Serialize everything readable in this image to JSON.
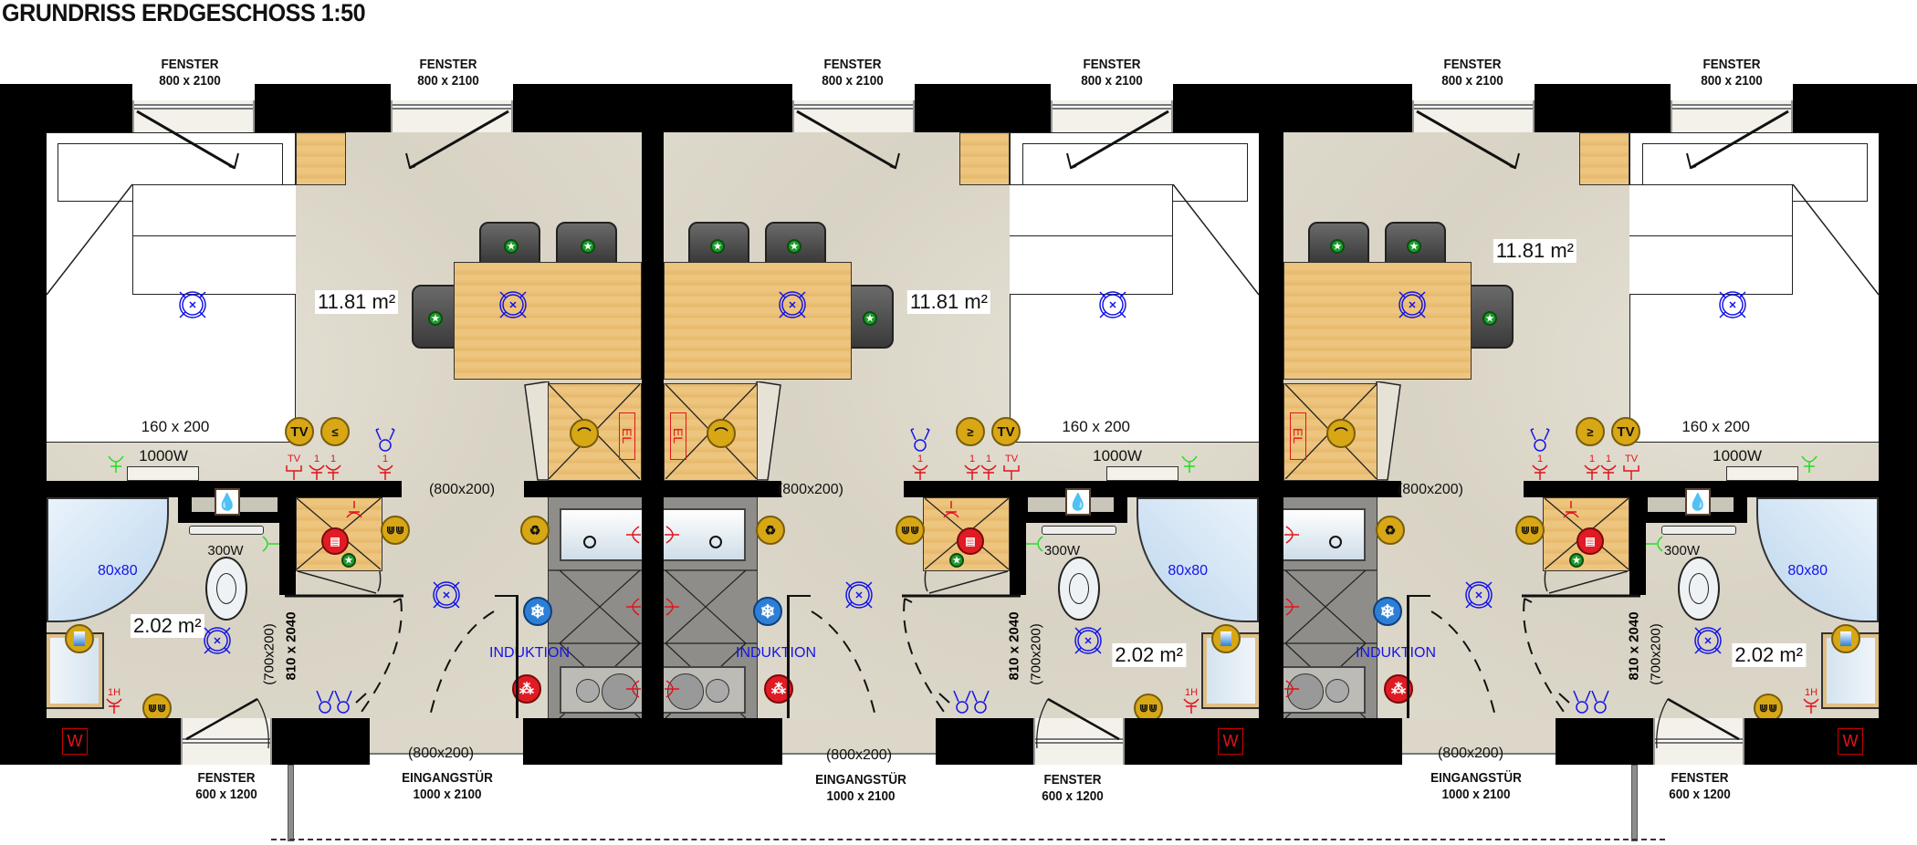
{
  "title": "GRUNDRISS ERDGESCHOSS 1:50",
  "top_windows": [
    {
      "label": "FENSTER",
      "size": "800 x 2100"
    },
    {
      "label": "FENSTER",
      "size": "800 x 2100"
    },
    {
      "label": "FENSTER",
      "size": "800 x 2100"
    },
    {
      "label": "FENSTER",
      "size": "800 x 2100"
    },
    {
      "label": "FENSTER",
      "size": "800 x 2100"
    },
    {
      "label": "FENSTER",
      "size": "800 x 2100"
    }
  ],
  "bottom_labels": [
    {
      "window_label": "FENSTER",
      "window_size": "600 x 1200",
      "door_opening": "(800x200)",
      "door_label": "EINGANGSTÜR",
      "door_size": "1000 x 2100"
    },
    {
      "window_label": "FENSTER",
      "window_size": "600 x 1200",
      "door_opening": "(800x200)",
      "door_label": "EINGANGSTÜR",
      "door_size": "1000 x 2100"
    },
    {
      "window_label": "FENSTER",
      "window_size": "600 x 1200",
      "door_opening": "(800x200)",
      "door_label": "EINGANGSTÜR",
      "door_size": "1000 x 2100"
    }
  ],
  "units": [
    {
      "area_room": "11.81 m²",
      "area_bath": "2.02 m²",
      "bed_size": "160 x 200",
      "radiator": "1000W",
      "shower": "80x80",
      "wc_heater": "300W",
      "induction": "INDUKTION",
      "inner_opening": "(800x200)",
      "bath_door": "810 x 2040",
      "bath_opening": "(700x200)",
      "tv": "TV",
      "socket_tv": "TV",
      "socket_1": "1",
      "socket_1h": "1H",
      "el": "EL",
      "w": "W"
    },
    {
      "area_room": "11.81 m²",
      "area_bath": "2.02 m²",
      "bed_size": "160 x 200",
      "radiator": "1000W",
      "shower": "80x80",
      "wc_heater": "300W",
      "induction": "INDUKTION",
      "inner_opening": "(800x200)",
      "bath_door": "810 x 2040",
      "bath_opening": "(700x200)",
      "tv": "TV",
      "socket_tv": "TV",
      "socket_1": "1",
      "socket_1h": "1H",
      "el": "EL",
      "w": "W"
    },
    {
      "area_room": "11.81 m²",
      "area_bath": "2.02 m²",
      "bed_size": "160 x 200",
      "radiator": "1000W",
      "shower": "80x80",
      "wc_heater": "300W",
      "induction": "INDUKTION",
      "inner_opening": "(800x200)",
      "bath_door": "810 x 2040",
      "bath_opening": "(700x200)",
      "tv": "TV",
      "socket_tv": "TV",
      "socket_1": "1",
      "socket_1h": "1H",
      "el": "EL",
      "w": "W"
    }
  ],
  "colors": {
    "wall": "#000000",
    "wood": "#eec57e",
    "floor": "#dcd7c9",
    "icon_yellow": "#d8a716",
    "symbol_red": "#e0141c",
    "symbol_blue": "#1414e6",
    "symbol_green": "#22dd22"
  }
}
